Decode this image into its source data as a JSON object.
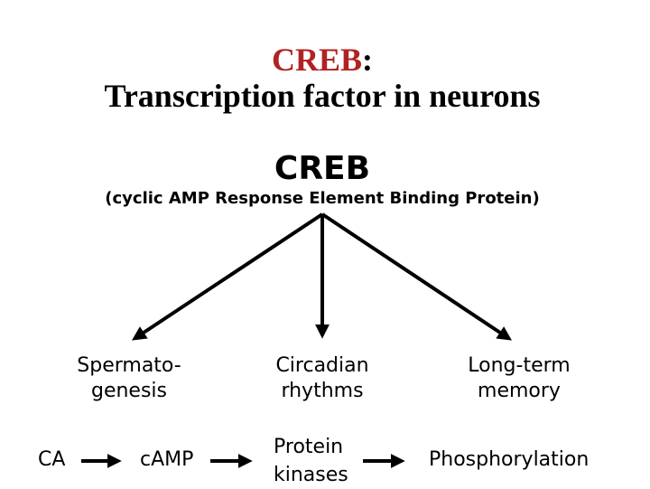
{
  "slide": {
    "title": {
      "acronym": "CREB",
      "colon": ":",
      "line2": "Transcription factor in neurons"
    },
    "heading": {
      "acronym": "CREB",
      "expansion": "(cyclic AMP Response Element Binding Protein)"
    },
    "branches": [
      {
        "line1": "Spermato-",
        "line2": "genesis"
      },
      {
        "line1": "Circadian",
        "line2": "rhythms"
      },
      {
        "line1": "Long-term",
        "line2": "memory"
      }
    ],
    "pathway": {
      "step_ca": "CA",
      "step_camp": "cAMP",
      "step_pk_line1": "Protein",
      "step_pk_line2": "kinases",
      "step_phos": "Phosphorylation"
    },
    "colors": {
      "title_red": "#B22222",
      "text_black": "#000000",
      "background": "#FFFFFF",
      "arrow_black": "#000000"
    }
  }
}
